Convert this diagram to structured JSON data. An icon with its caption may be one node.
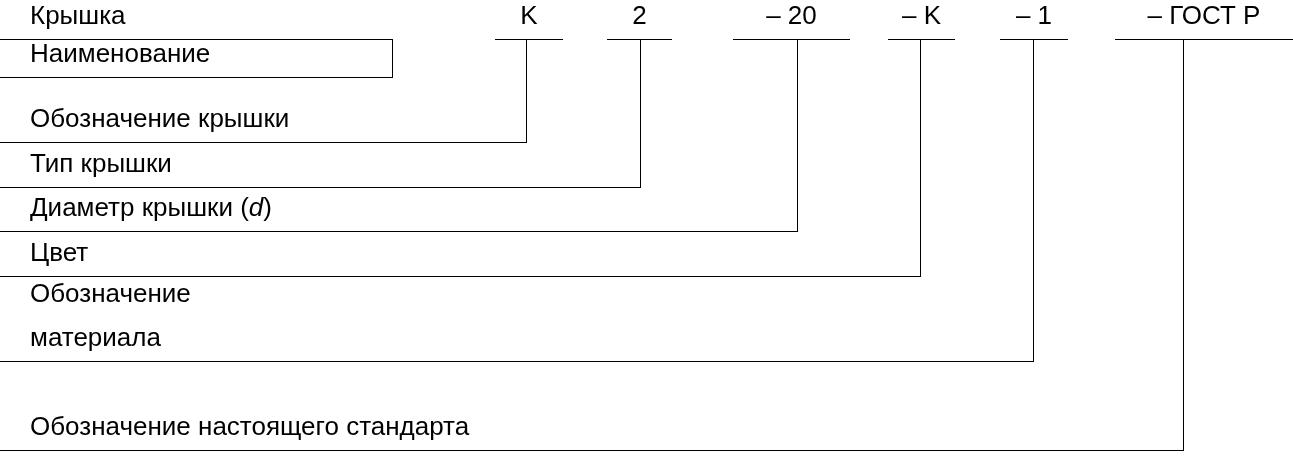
{
  "diagram": {
    "nodes": [
      {
        "text": [
          "Крышка"
        ]
      },
      {
        "text": [
          "K"
        ]
      },
      {
        "text": [
          "2"
        ]
      },
      {
        "text": [
          "– 20"
        ]
      },
      {
        "text": [
          "– K"
        ]
      },
      {
        "text": [
          "– 1"
        ]
      },
      {
        "text": [
          "– ГОСТ Р"
        ]
      },
      {
        "text": [
          "Наименование"
        ]
      },
      {
        "text": [
          "Обозначение крышки"
        ]
      },
      {
        "text": [
          "Тип крышки"
        ]
      },
      {
        "text": [
          "Диаметр крышки (*d*)"
        ]
      },
      {
        "text": [
          "Цвет"
        ]
      },
      {
        "text": [
          "Обозначение материала"
        ]
      },
      {
        "text": [
          "Обозначение настоящего стандарта"
        ]
      }
    ],
    "edges": [
      {
        "from": 0,
        "to": 7,
        "arrow": "none"
      },
      {
        "from": 1,
        "to": 8,
        "arrow": "none"
      },
      {
        "from": 2,
        "to": 9,
        "arrow": "none"
      },
      {
        "from": 3,
        "to": 10,
        "arrow": "none"
      },
      {
        "from": 4,
        "to": 11,
        "arrow": "none"
      },
      {
        "from": 5,
        "to": 12,
        "arrow": "none"
      },
      {
        "from": 6,
        "to": 13,
        "arrow": "none"
      }
    ]
  }
}
